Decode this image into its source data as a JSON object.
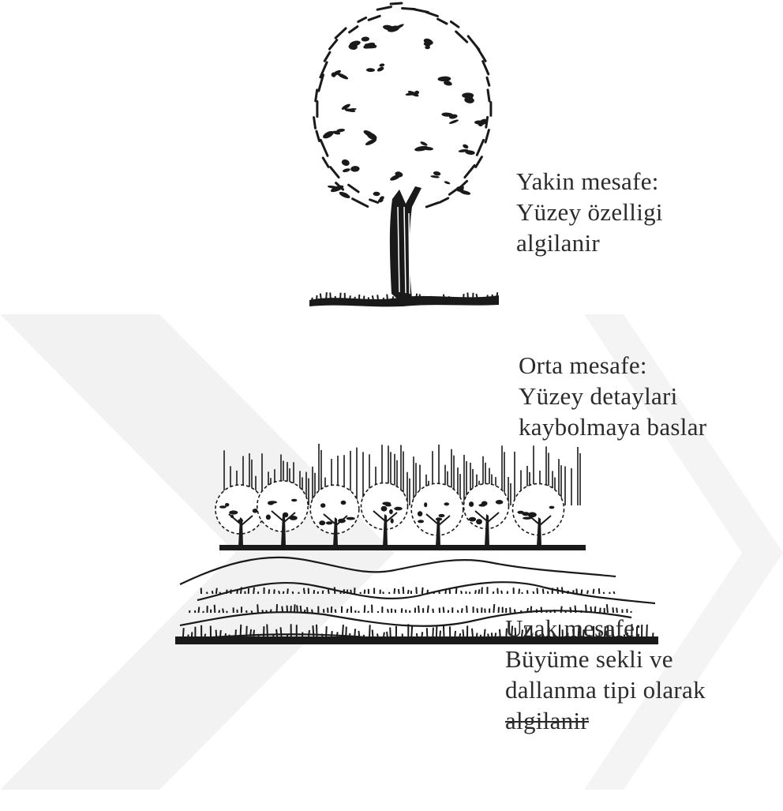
{
  "captions": {
    "near": {
      "line1": "Yakin mesafe:",
      "line2": "Yüzey özelligi",
      "line3": "algilanir"
    },
    "middle": {
      "line1": "Orta mesafe:",
      "line2": "Yüzey detaylari",
      "line3": "kaybolmaya baslar"
    },
    "far": {
      "line1": "Uzak mesafe:",
      "line2": "Büyüme sekli ve",
      "line3": "dallanma tipi olarak",
      "line4": "algilanir"
    }
  },
  "colors": {
    "ink": "#1a1a1a",
    "text": "#2b2b2b",
    "watermark": "#f1f1f1",
    "background": "#ffffff"
  },
  "drawings": {
    "near": "single-tree-sketch",
    "middle": "tree-row-sketch",
    "far": "hills-landscape-sketch",
    "watermark": "chevron-watermark"
  }
}
